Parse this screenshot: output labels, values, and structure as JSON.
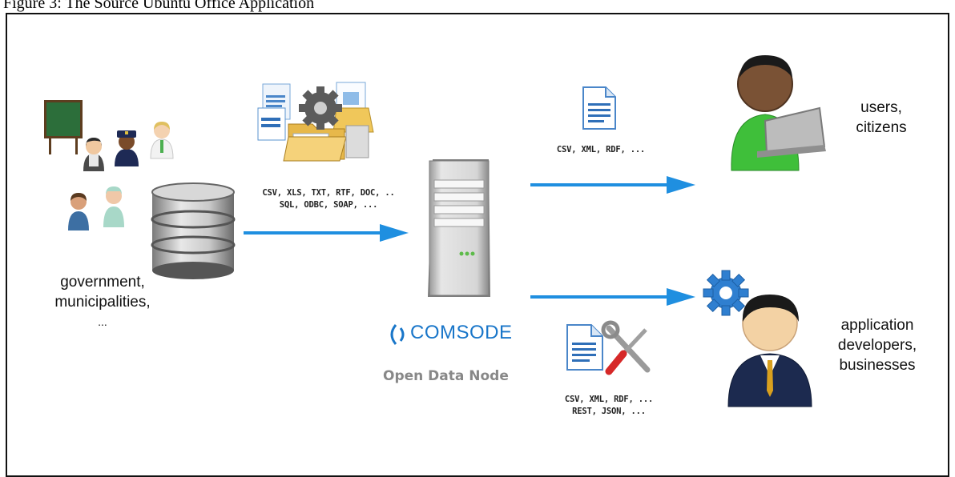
{
  "caption": "Figure 3: The Source Ubuntu Office Application",
  "sources": {
    "label_line1": "government,",
    "label_line2": "municipalities,",
    "label_line3": "..."
  },
  "input_formats": {
    "line1": "CSV, XLS, TXT, RTF, DOC, ..",
    "line2": "SQL, ODBC, SOAP, ..."
  },
  "node": {
    "brand": "COMSODE",
    "name": "Open Data Node"
  },
  "output_users": {
    "formats": "CSV, XML, RDF, ...",
    "label_line1": "users,",
    "label_line2": "citizens"
  },
  "output_developers": {
    "formats_line1": "CSV, XML, RDF, ...",
    "formats_line2": "REST, JSON, ...",
    "label_line1": "application",
    "label_line2": "developers,",
    "label_line3": "businesses"
  },
  "colors": {
    "arrow": "#1f8fe0",
    "brand": "#1976c9",
    "node_label": "#888888"
  },
  "icons": [
    "chalkboard-icon",
    "person-icon",
    "police-icon",
    "doctor-icon",
    "database-icon",
    "documents-gear-icon",
    "server-icon",
    "document-icon",
    "tools-icon",
    "gear-icon",
    "user-laptop-icon",
    "businessman-icon"
  ]
}
